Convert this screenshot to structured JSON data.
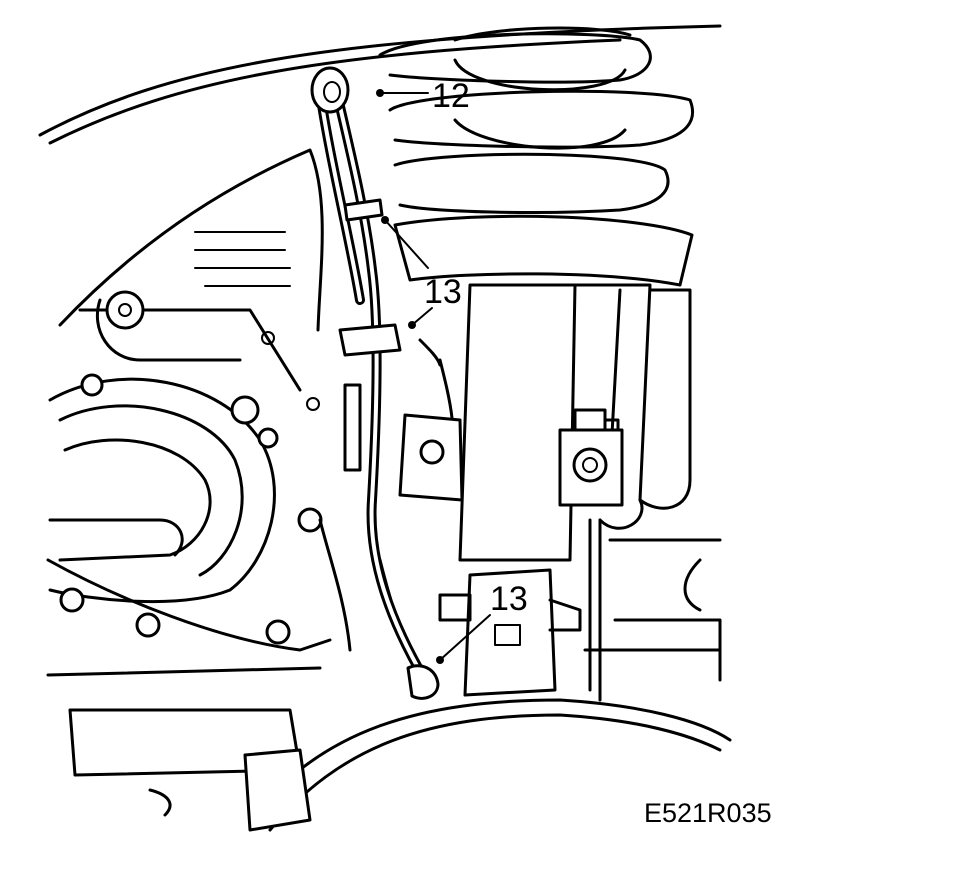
{
  "callouts": {
    "c12": "12",
    "c13_upper": "13",
    "c13_lower": "13"
  },
  "figure_id": "E521R035"
}
